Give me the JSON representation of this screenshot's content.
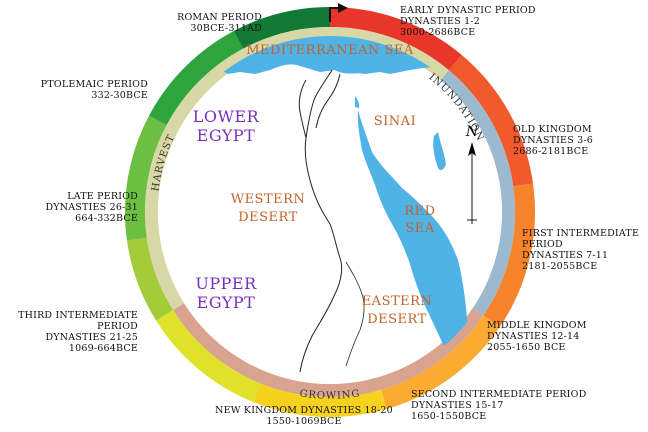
{
  "periods": [
    {
      "id": "early-dynastic",
      "lines": [
        "EARLY DYNASTIC PERIOD",
        "DYNASTIES 1-2",
        "3000-2686BCE"
      ],
      "color": "#e8362a"
    },
    {
      "id": "old-kingdom",
      "lines": [
        "OLD KINGDOM",
        "DYNASTIES 3-6",
        "2686-2181BCE"
      ],
      "color": "#f05a2c"
    },
    {
      "id": "first-intermediate",
      "lines": [
        "FIRST INTERMEDIATE",
        "PERIOD",
        "DYNASTIES 7-11",
        "2181-2055BCE"
      ],
      "color": "#f7842a"
    },
    {
      "id": "middle-kingdom",
      "lines": [
        "MIDDLE KINGDOM",
        "DYNASTIES 12-14",
        "2055-1650 BCE"
      ],
      "color": "#fbab32"
    },
    {
      "id": "second-intermediate",
      "lines": [
        "SECOND INTERMEDIATE PERIOD",
        "DYNASTIES 15-17",
        "1650-1550BCE"
      ],
      "color": "#f6d21e"
    },
    {
      "id": "new-kingdom",
      "lines": [
        "NEW KINGDOM DYNASTIES 18-20",
        "1550-1069BCE"
      ],
      "color": "#dfe12a"
    },
    {
      "id": "third-intermediate",
      "lines": [
        "THIRD INTERMEDIATE",
        "PERIOD",
        "DYNASTIES 21-25",
        "1069-664BCE"
      ],
      "color": "#a4cc3a"
    },
    {
      "id": "late-period",
      "lines": [
        "LATE PERIOD",
        "DYNASTIES 26-31",
        "664-332BCE"
      ],
      "color": "#6cbf42"
    },
    {
      "id": "ptolemaic",
      "lines": [
        "PTOLEMAIC PERIOD",
        "332-30BCE"
      ],
      "color": "#2ea43c"
    },
    {
      "id": "roman",
      "lines": [
        "ROMAN PERIOD",
        "30BCE-311AD"
      ],
      "color": "#127a35"
    }
  ],
  "seasons": {
    "inundation": {
      "label": "INUNDATION",
      "color": "#9bb9cf"
    },
    "growing": {
      "label": "GROWING",
      "color": "#d9a48f"
    },
    "harvest": {
      "label": "HARVEST",
      "color": "#d8d8a6"
    }
  },
  "regions": {
    "mediterranean": "MEDITERRANEAN SEA",
    "sinai": "SINAI",
    "red_sea_line1": "RED",
    "red_sea_line2": "SEA",
    "western_desert_line1": "WESTERN",
    "western_desert_line2": "DESERT",
    "eastern_desert_line1": "EASTERN",
    "eastern_desert_line2": "DESERT",
    "lower_egypt_line1": "LOWER",
    "lower_egypt_line2": "EGYPT",
    "upper_egypt_line1": "UPPER",
    "upper_egypt_line2": "EGYPT"
  },
  "compass": {
    "label": "N"
  },
  "colors": {
    "water": "#4fb3e8",
    "river": "#222222"
  }
}
